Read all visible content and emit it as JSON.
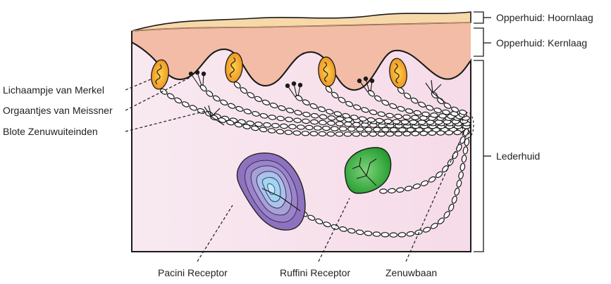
{
  "diagram": {
    "labels": {
      "merkel": "Lichaampje van Merkel",
      "meissner": "Orgaantjes van Meissner",
      "free_nerve": "Blote Zenuwuiteinden",
      "horny_layer": "Opperhuid: Hoornlaag",
      "basal_layer": "Opperhuid: Kernlaag",
      "dermis": "Lederhuid",
      "pacini": "Pacini Receptor",
      "ruffini": "Ruffini Receptor",
      "nerve": "Zenuwbaan"
    },
    "colors": {
      "horny_layer": "#f6d7a6",
      "basal_layer": "#f1b8a4",
      "dermis": "#f7dde8",
      "merkel": "#f4a62a",
      "ruffini": "#2eaa3a",
      "pacini": "#8e72bd",
      "pacini_core": "#9ed4ee",
      "outline": "#1a1a1a"
    }
  }
}
